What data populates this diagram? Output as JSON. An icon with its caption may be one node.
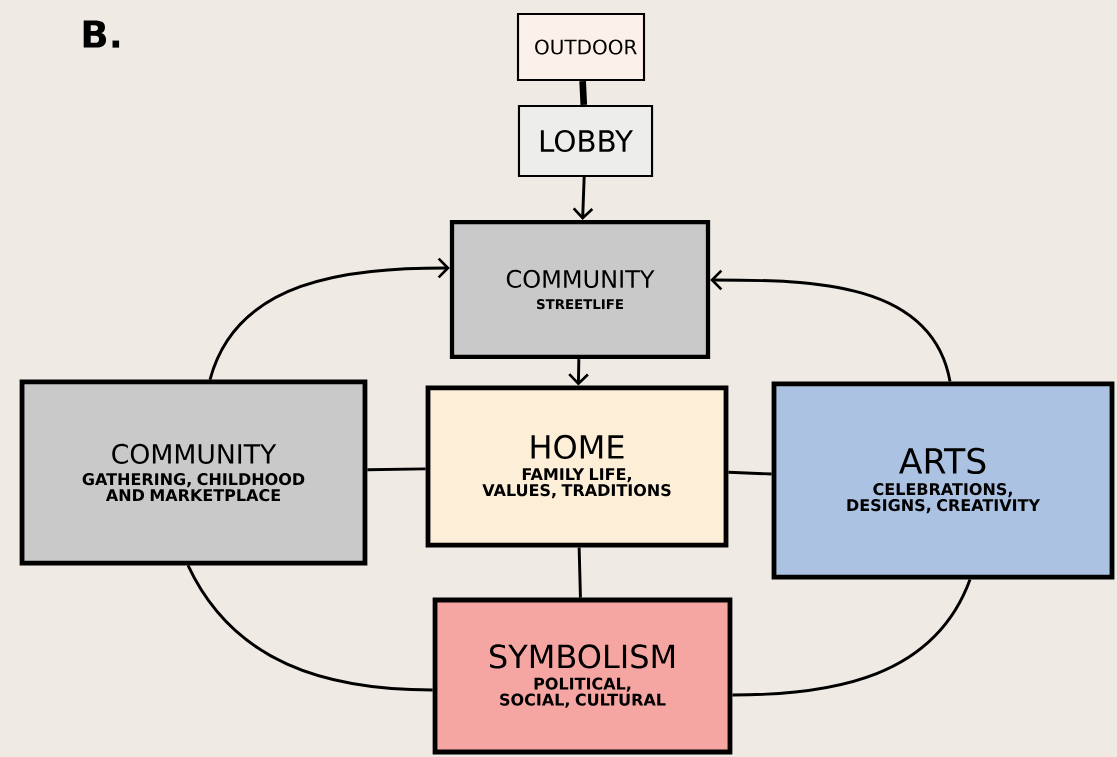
{
  "diagram": {
    "nodes": [
      {
        "text": [
          "OUTDOOR"
        ]
      },
      {
        "text": [
          "LOBBY"
        ]
      },
      {
        "text": [
          "COMMUNITY",
          "STREETLIFE"
        ]
      },
      {
        "text": [
          "COMMUNITY",
          "GATHERING, CHILDHOOD AND MARKETPLACE"
        ]
      },
      {
        "text": [
          "HOME",
          "FAMILY LIFE, VALUES, TRADITIONS"
        ]
      },
      {
        "text": [
          "ARTS",
          "CELEBRATIONS, DESIGNS, CREATIVITY"
        ]
      },
      {
        "text": [
          "SYMBOLISM",
          "POLITICAL, SOCIAL, CULTURAL"
        ]
      }
    ],
    "edges": [
      {
        "from": 0,
        "to": 1,
        "arrow": "none",
        "style": "thick"
      },
      {
        "from": 1,
        "to": 2,
        "arrow": "to"
      },
      {
        "from": 2,
        "to": 4,
        "arrow": "to"
      },
      {
        "from": 3,
        "to": 4,
        "arrow": "none"
      },
      {
        "from": 4,
        "to": 5,
        "arrow": "none"
      },
      {
        "from": 4,
        "to": 6,
        "arrow": "none"
      },
      {
        "from": 3,
        "to": 2,
        "arrow": "to"
      },
      {
        "from": 5,
        "to": 2,
        "arrow": "to"
      },
      {
        "from": 3,
        "to": 6,
        "arrow": "none"
      },
      {
        "from": 5,
        "to": 6,
        "arrow": "none"
      }
    ],
    "labels": [
      "B."
    ]
  }
}
